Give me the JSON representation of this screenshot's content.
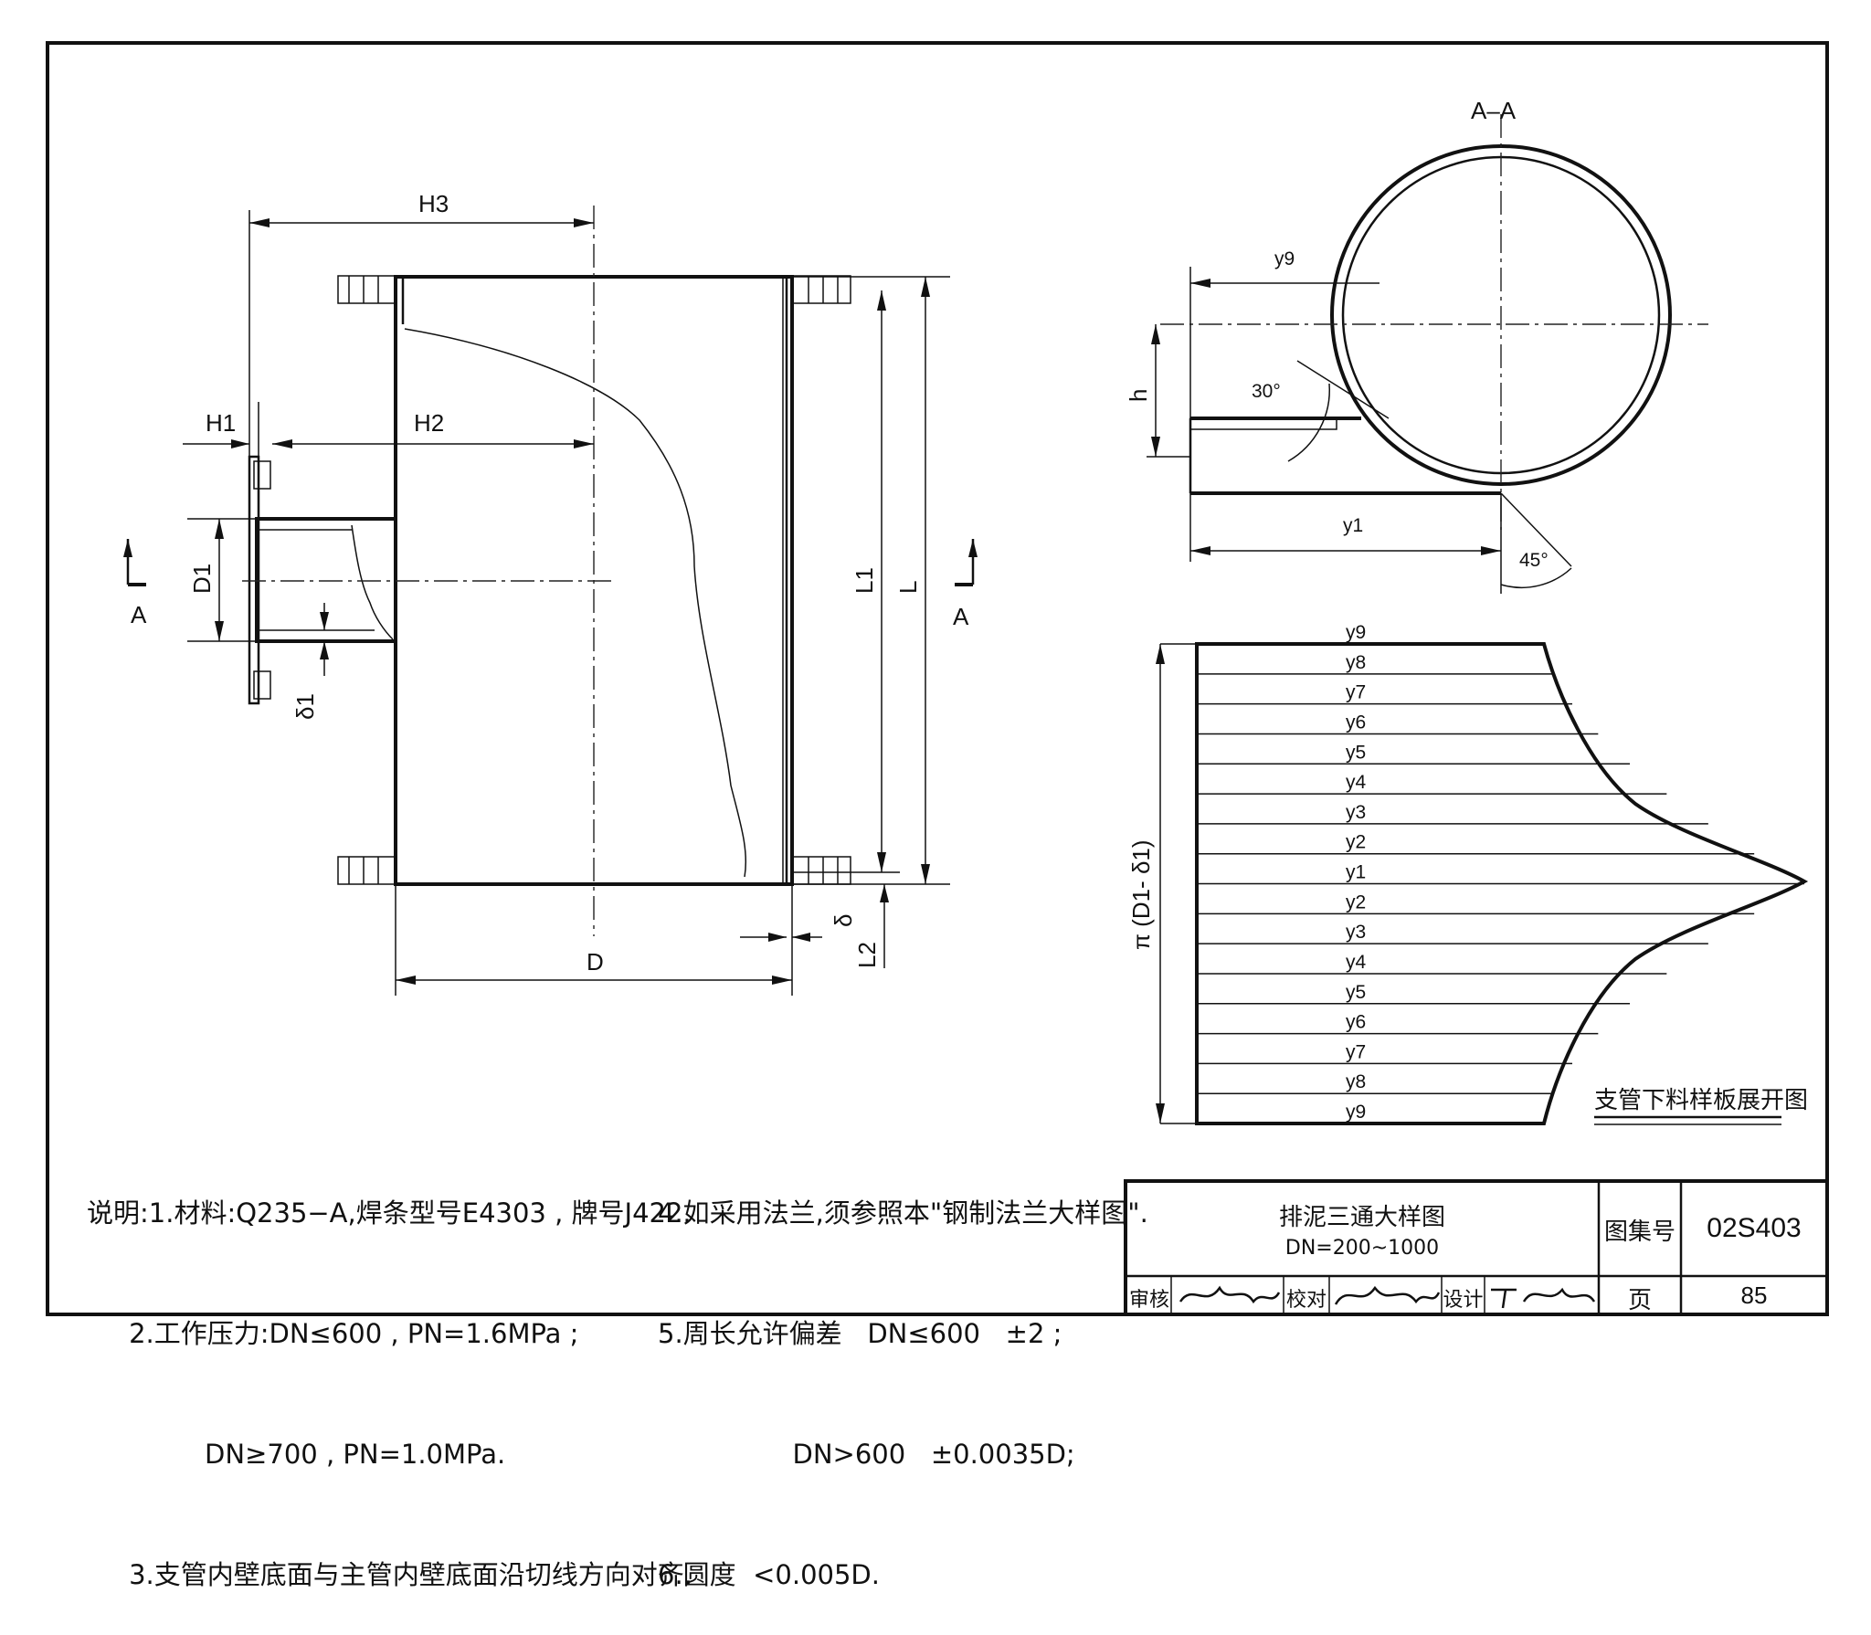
{
  "drawing": {
    "section_label": "A–A",
    "section_mark": "A",
    "dims": {
      "H3": "H3",
      "H2": "H2",
      "H1": "H1",
      "D1": "D1",
      "delta1": "δ1",
      "L1": "L1",
      "L": "L",
      "delta": "δ",
      "L2": "L2",
      "D": "D",
      "y9": "y9",
      "h": "h",
      "y1": "y1",
      "angle30": "30°",
      "angle45": "45°",
      "pi_label": "π (D1- δ1)"
    },
    "development_rows": [
      "y9",
      "y8",
      "y7",
      "y6",
      "y5",
      "y4",
      "y3",
      "y2",
      "y1",
      "y2",
      "y3",
      "y4",
      "y5",
      "y6",
      "y7",
      "y8",
      "y9"
    ],
    "development_caption": "支管下料样板展开图"
  },
  "notes": {
    "left": [
      "说明:1.材料:Q235−A,焊条型号E4303 , 牌号J422.",
      "     2.工作压力:DN≤600 , PN=1.6MPa ;",
      "              DN≥700 , PN=1.0MPa.",
      "     3.支管内壁底面与主管内壁底面沿切线方向对齐."
    ],
    "right": [
      "4.如采用法兰,须参照本\"钢制法兰大样图\".",
      "5.周长允许偏差   DN≤600   ±2 ;",
      "                DN>600   ±0.0035D;",
      "6.圆度  <0.005D."
    ]
  },
  "title_block": {
    "title": "排泥三通大样图",
    "subtitle": "DN=200~1000",
    "atlas_label": "图集号",
    "atlas_no": "02S403",
    "page_label": "页",
    "page_no": "85",
    "review_label": "审核",
    "check_label": "校对",
    "design_label": "设计"
  }
}
